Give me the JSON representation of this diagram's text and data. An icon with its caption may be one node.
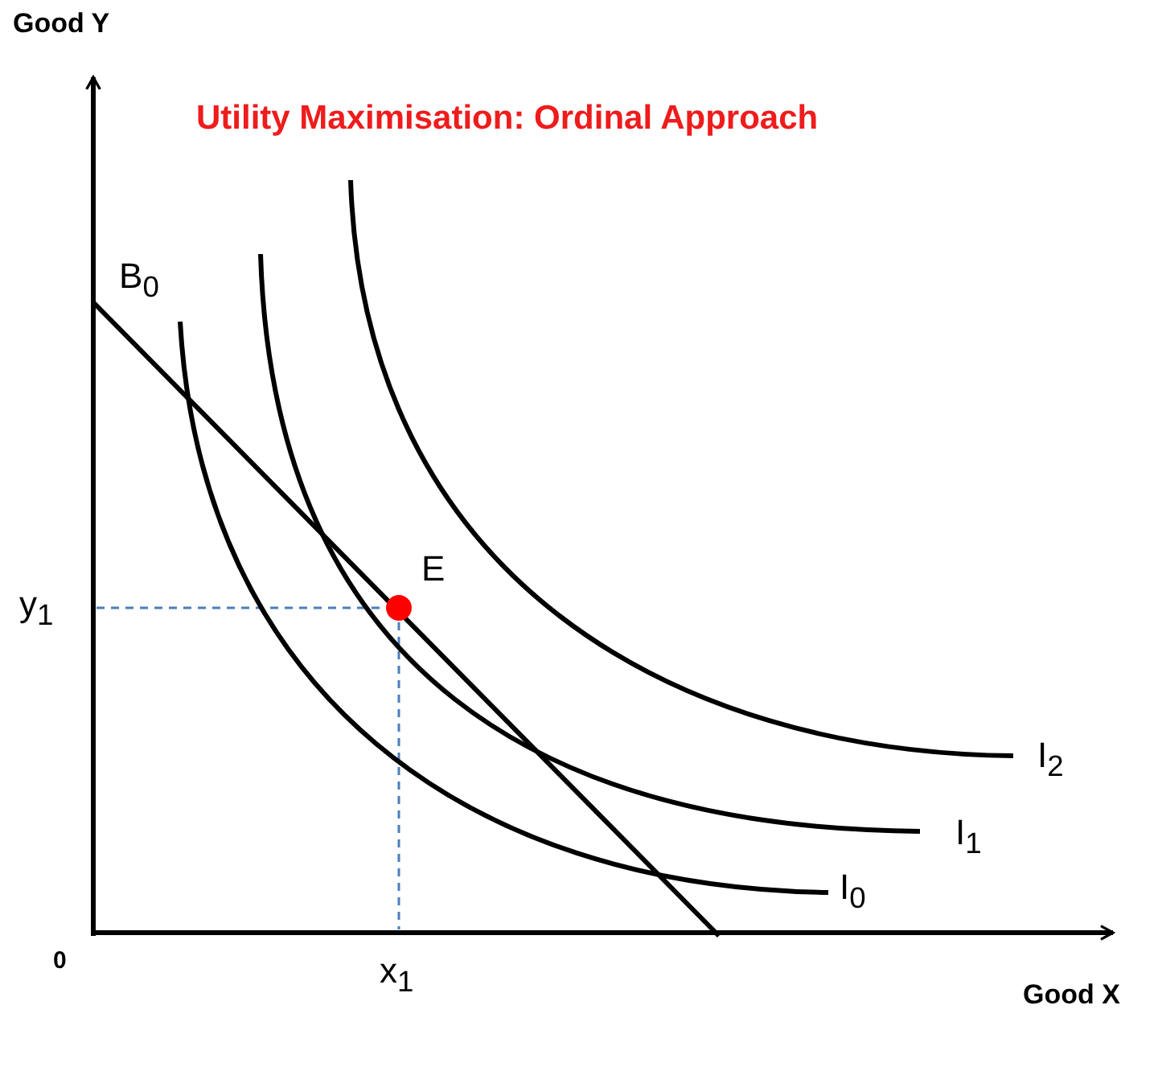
{
  "diagram": {
    "title": "Utility Maximisation: Ordinal Approach",
    "labels": [
      "Good Y",
      "B$_{0}$",
      "E",
      "y$_{1}$",
      "I$_{2}$",
      "I$_{1}$",
      "I$_{0}$",
      "0",
      "x$_{1}$",
      "Good X"
    ]
  }
}
